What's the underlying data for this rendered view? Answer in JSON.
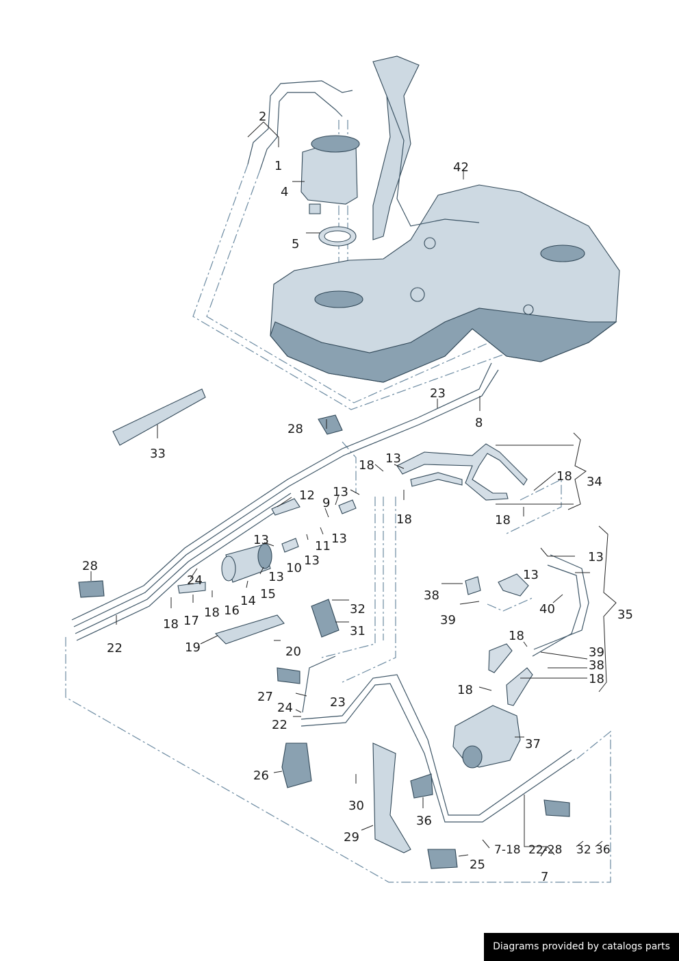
{
  "diagram": {
    "labels": [
      {
        "id": "l2",
        "text": "2"
      },
      {
        "id": "l1",
        "text": "1"
      },
      {
        "id": "l4",
        "text": "4"
      },
      {
        "id": "l5",
        "text": "5"
      },
      {
        "id": "l42",
        "text": "42"
      },
      {
        "id": "l23a",
        "text": "23"
      },
      {
        "id": "l8",
        "text": "8"
      },
      {
        "id": "l33",
        "text": "33"
      },
      {
        "id": "l28a",
        "text": "28"
      },
      {
        "id": "l18a",
        "text": "18"
      },
      {
        "id": "l13a",
        "text": "13"
      },
      {
        "id": "l18b",
        "text": "18"
      },
      {
        "id": "l18c",
        "text": "18"
      },
      {
        "id": "l34",
        "text": "34"
      },
      {
        "id": "l18d",
        "text": "18"
      },
      {
        "id": "l12",
        "text": "12"
      },
      {
        "id": "l13b",
        "text": "13"
      },
      {
        "id": "l9",
        "text": "9"
      },
      {
        "id": "l13c",
        "text": "13"
      },
      {
        "id": "l13d",
        "text": "13"
      },
      {
        "id": "l11",
        "text": "11"
      },
      {
        "id": "l10",
        "text": "10"
      },
      {
        "id": "l13e",
        "text": "13"
      },
      {
        "id": "l13f",
        "text": "13"
      },
      {
        "id": "l28b",
        "text": "28"
      },
      {
        "id": "l24a",
        "text": "24"
      },
      {
        "id": "l15",
        "text": "15"
      },
      {
        "id": "l14",
        "text": "14"
      },
      {
        "id": "l16",
        "text": "16"
      },
      {
        "id": "l18e",
        "text": "18"
      },
      {
        "id": "l17",
        "text": "17"
      },
      {
        "id": "l18f",
        "text": "18"
      },
      {
        "id": "l22a",
        "text": "22"
      },
      {
        "id": "l19",
        "text": "19"
      },
      {
        "id": "l20",
        "text": "20"
      },
      {
        "id": "l32",
        "text": "32"
      },
      {
        "id": "l31",
        "text": "31"
      },
      {
        "id": "l13g",
        "text": "13"
      },
      {
        "id": "l13h",
        "text": "13"
      },
      {
        "id": "l38a",
        "text": "38"
      },
      {
        "id": "l39a",
        "text": "39"
      },
      {
        "id": "l40",
        "text": "40"
      },
      {
        "id": "l35",
        "text": "35"
      },
      {
        "id": "l18g",
        "text": "18"
      },
      {
        "id": "l39b",
        "text": "39"
      },
      {
        "id": "l38b",
        "text": "38"
      },
      {
        "id": "l18h",
        "text": "18"
      },
      {
        "id": "l18i",
        "text": "18"
      },
      {
        "id": "l27",
        "text": "27"
      },
      {
        "id": "l24b",
        "text": "24"
      },
      {
        "id": "l23b",
        "text": "23"
      },
      {
        "id": "l22b",
        "text": "22"
      },
      {
        "id": "l37",
        "text": "37"
      },
      {
        "id": "l26",
        "text": "26"
      },
      {
        "id": "l30",
        "text": "30"
      },
      {
        "id": "l36",
        "text": "36"
      },
      {
        "id": "l29",
        "text": "29"
      },
      {
        "id": "l25",
        "text": "25"
      },
      {
        "id": "lgrp1",
        "text": "7-18"
      },
      {
        "id": "lgrp2",
        "text": "22-28"
      },
      {
        "id": "lgrp3",
        "text": "32"
      },
      {
        "id": "lgrp4",
        "text": "36"
      },
      {
        "id": "l7",
        "text": "7"
      }
    ]
  },
  "credit": {
    "text": "Diagrams provided by catalogs parts"
  }
}
